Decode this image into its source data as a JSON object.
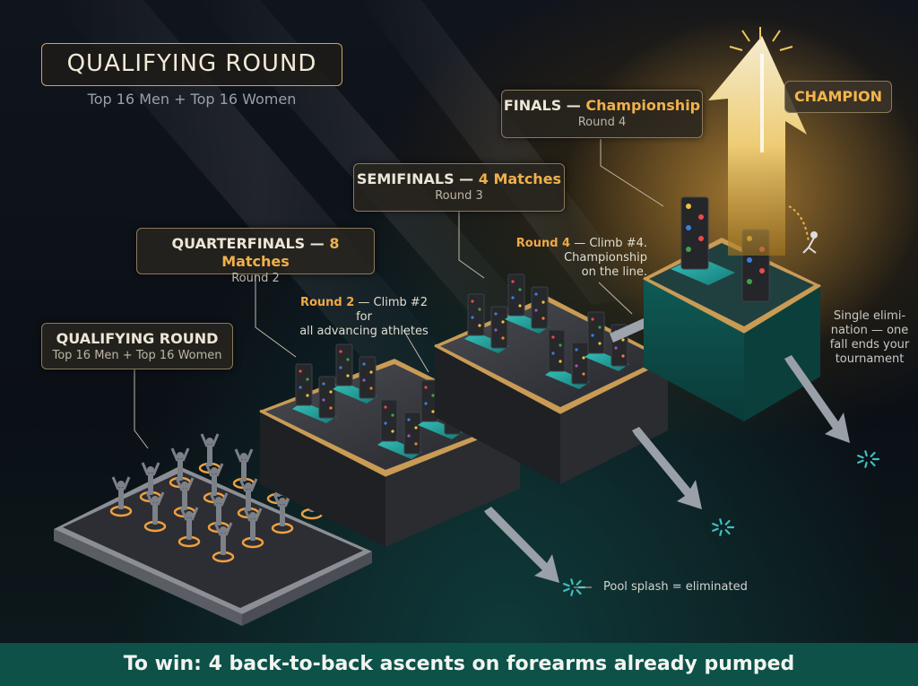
{
  "header": {
    "title": "QUALIFYING ROUND",
    "subtitle": "Top 16 Men + Top 16 Women"
  },
  "stages": {
    "qualifying": {
      "title": "QUALIFYING ROUND",
      "subtitle": "Top 16 Men + Top 16 Women"
    },
    "quarterfinals": {
      "title_main": "QUARTERFINALS — ",
      "title_em": "8 Matches",
      "round": "Round 2"
    },
    "semifinals": {
      "title_main": "SEMIFINALS — ",
      "title_em": "4 Matches",
      "round": "Round 3"
    },
    "finals": {
      "title_main": "FINALS — ",
      "title_em": "Championship",
      "round": "Round 4"
    },
    "champion": "CHAMPION"
  },
  "notes": {
    "round2_em": "Round 2",
    "round2_line1": " — Climb #2 for",
    "round2_line2": "all advancing athletes",
    "round4_em": "Round 4",
    "round4_line1": " — Climb #4.",
    "round4_line2": "Championship",
    "round4_line3": "on the line.",
    "single_line1": "Single elimi-",
    "single_line2": "nation — one",
    "single_line3": "fall ends your",
    "single_line4": "tournament",
    "pool": "Pool splash = eliminated"
  },
  "footer": "To win: 4 back-to-back ascents on forearms already pumped",
  "colors": {
    "accent_gold": "#f0b04a",
    "teal": "#0d5148",
    "platform_dark": "#2c2e33",
    "water": "#2fb6b0"
  },
  "icons": [
    "athlete-figure-icon",
    "climbing-wall-icon",
    "arrow-icon",
    "splash-icon",
    "champion-arrow-icon"
  ]
}
